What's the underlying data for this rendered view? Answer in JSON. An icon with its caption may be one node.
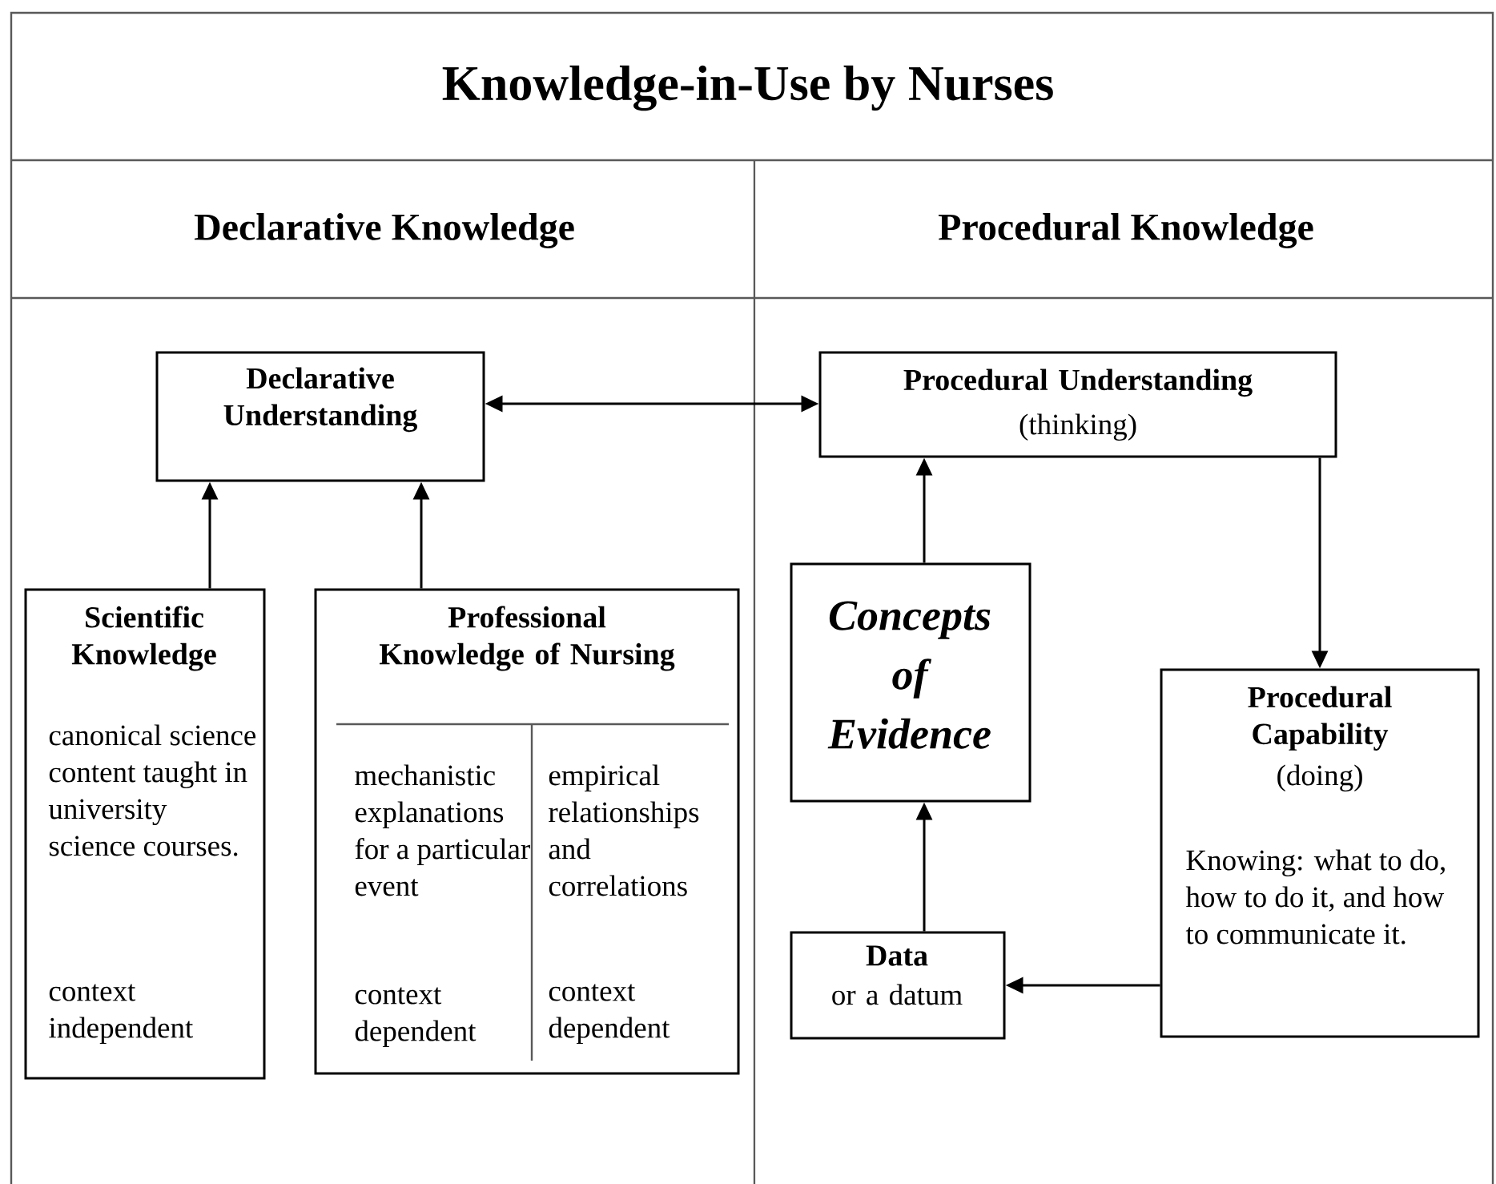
{
  "diagram": {
    "title": "Knowledge-in-Use by Nurses",
    "nodes": [
      {
        "text": [
          "Declarative Understanding"
        ]
      },
      {
        "text": [
          "Procedural Understanding",
          "(thinking)"
        ]
      },
      {
        "text": [
          "Scientific Knowledge",
          "canonical science content taught in university science courses.",
          "context independent"
        ]
      },
      {
        "text": [
          "Professional Knowledge of Nursing",
          "mechanistic explanations for a particular event",
          "context dependent",
          "empirical relationships and correlations",
          "context dependent"
        ]
      },
      {
        "text": [
          "Concepts of Evidence"
        ]
      },
      {
        "text": [
          "Procedural Capability",
          "(doing)",
          "Knowing: what to do, how to do it, and how to communicate it."
        ]
      },
      {
        "text": [
          "Data",
          "or a datum"
        ]
      }
    ],
    "edges": [
      {
        "from": 0,
        "to": 1,
        "arrow": "both"
      },
      {
        "from": 2,
        "to": 0,
        "arrow": "to"
      },
      {
        "from": 3,
        "to": 0,
        "arrow": "to"
      },
      {
        "from": 4,
        "to": 1,
        "arrow": "to"
      },
      {
        "from": 1,
        "to": 5,
        "arrow": "to"
      },
      {
        "from": 6,
        "to": 4,
        "arrow": "to"
      },
      {
        "from": 5,
        "to": 6,
        "arrow": "to"
      }
    ],
    "labels": [
      "Declarative Knowledge",
      "Procedural Knowledge"
    ]
  }
}
